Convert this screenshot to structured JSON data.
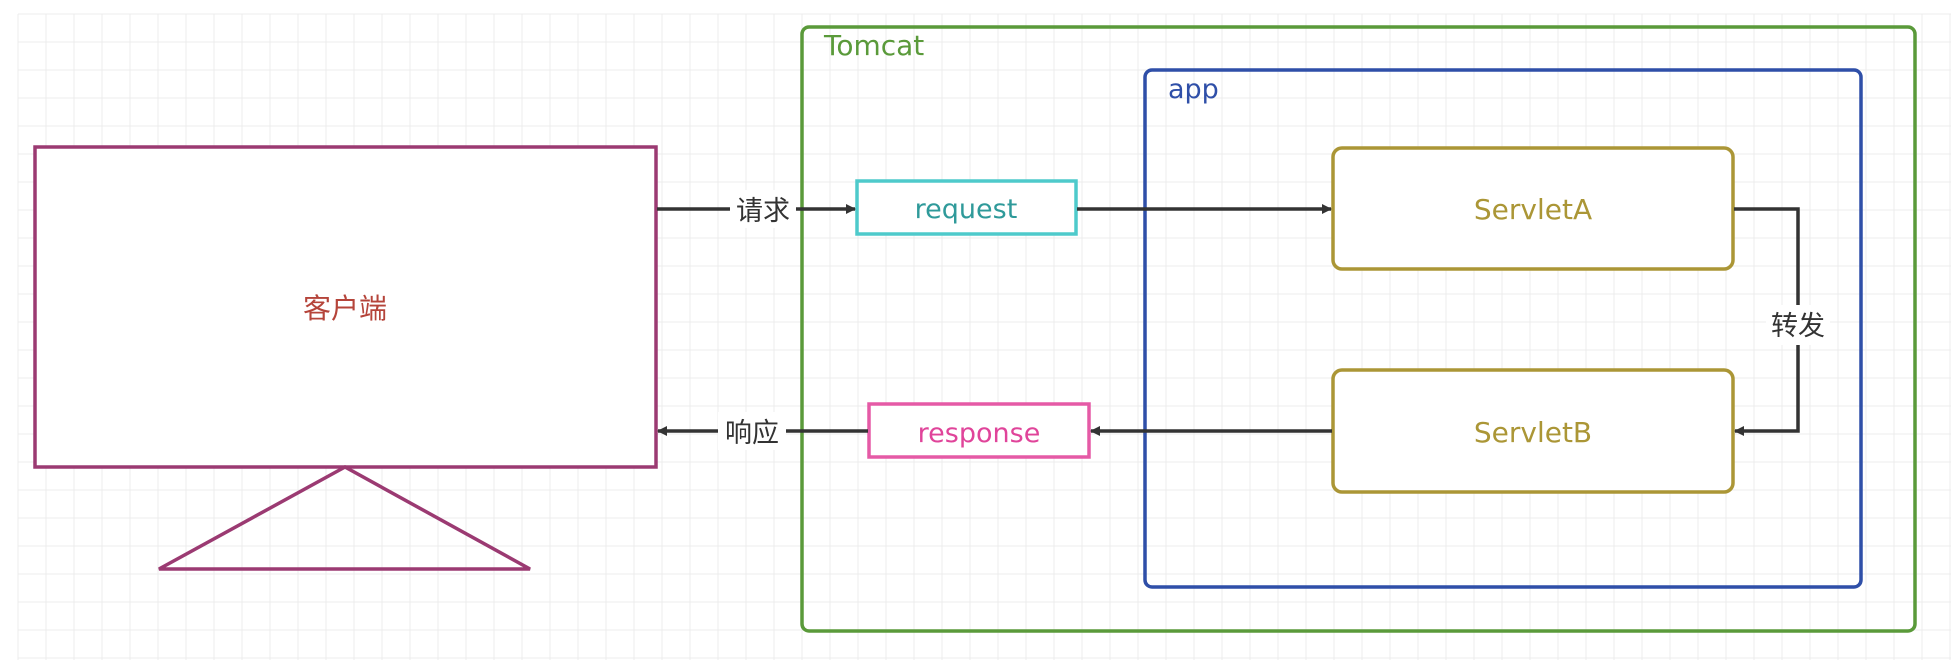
{
  "colors": {
    "client": "#9b3a72",
    "client_text": "#b5443a",
    "tomcat": "#5a9a3a",
    "app": "#2f4fa8",
    "request": "#4ecacb",
    "response": "#e55aa6",
    "servlet": "#ab9636",
    "arrow": "#333333",
    "grid": "#ececec"
  },
  "client": {
    "label": "客户端"
  },
  "tomcat": {
    "label": "Tomcat"
  },
  "app": {
    "label": "app"
  },
  "request": {
    "label": "request"
  },
  "response": {
    "label": "response"
  },
  "servlet_a": {
    "label": "ServletA"
  },
  "servlet_b": {
    "label": "ServletB"
  },
  "edges": {
    "request_label": "请求",
    "response_label": "响应",
    "forward_label": "转发"
  }
}
